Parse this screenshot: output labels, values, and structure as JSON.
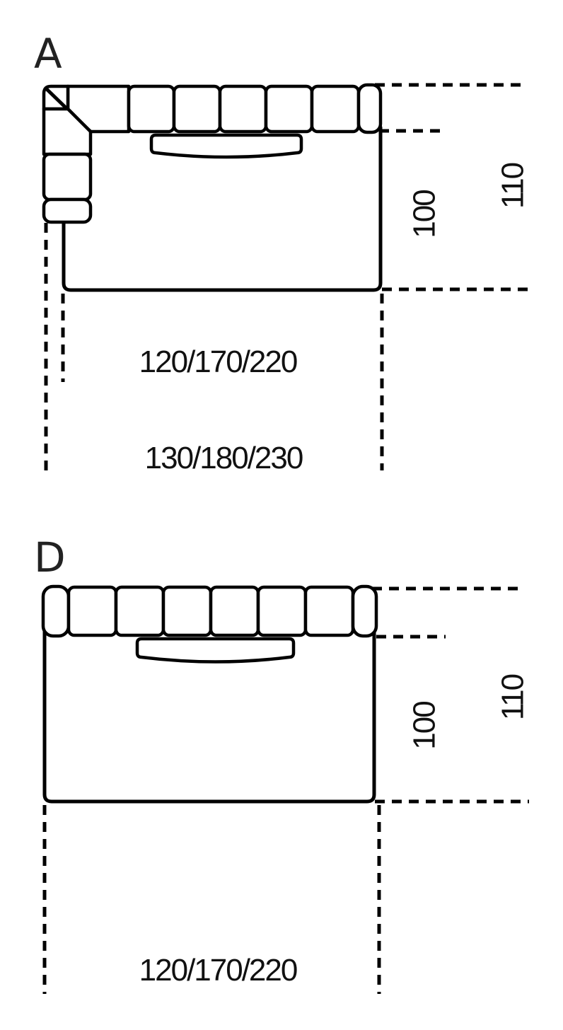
{
  "diagrams": [
    {
      "label": "A",
      "outer_width": "130/180/230",
      "inner_width": "120/170/220",
      "seat_depth": "100",
      "total_depth": "110"
    },
    {
      "label": "D",
      "inner_width": "120/170/220",
      "seat_depth": "100",
      "total_depth": "110"
    }
  ]
}
